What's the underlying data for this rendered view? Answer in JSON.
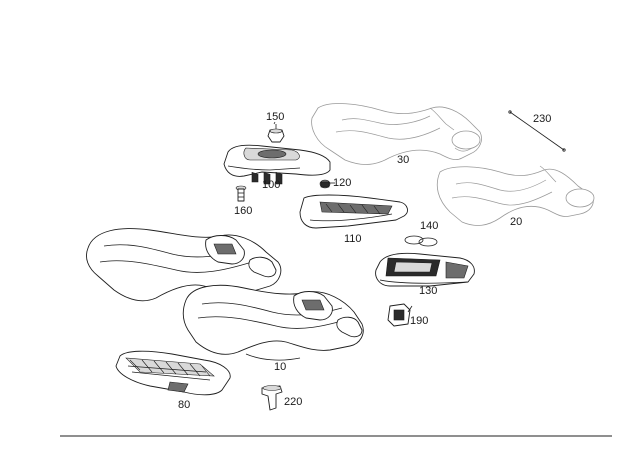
{
  "callouts": [
    {
      "key": "p150",
      "text": "150"
    },
    {
      "key": "p230",
      "text": "230"
    },
    {
      "key": "p30",
      "text": "30"
    },
    {
      "key": "p100",
      "text": "100"
    },
    {
      "key": "p120",
      "text": "120"
    },
    {
      "key": "p160",
      "text": "160"
    },
    {
      "key": "p20",
      "text": "20"
    },
    {
      "key": "p140",
      "text": "140"
    },
    {
      "key": "p110",
      "text": "110"
    },
    {
      "key": "p130",
      "text": "130"
    },
    {
      "key": "p190",
      "text": "190"
    },
    {
      "key": "p10",
      "text": "10"
    },
    {
      "key": "p80",
      "text": "80"
    },
    {
      "key": "p220",
      "text": "220"
    }
  ],
  "colors": {
    "ink": "#1f1f1f",
    "pale_ink": "#9a9a9a",
    "background": "#ffffff"
  }
}
